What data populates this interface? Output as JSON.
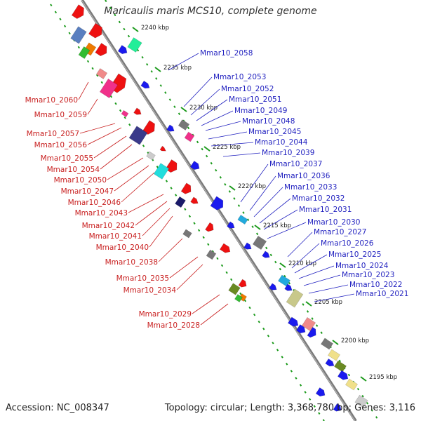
{
  "title": "Maricaulis maris MCS10, complete genome",
  "accession": "Accession: NC_008347",
  "summary": "Topology: circular; Length: 3,368,780 bp; Genes: 3,116",
  "ticks": [
    {
      "label": "2240 kbp",
      "pos": 2240
    },
    {
      "label": "2235 kbp",
      "pos": 2235
    },
    {
      "label": "2230 kbp",
      "pos": 2230
    },
    {
      "label": "2225 kbp",
      "pos": 2225
    },
    {
      "label": "2220 kbp",
      "pos": 2220
    },
    {
      "label": "2215 kbp",
      "pos": 2215
    },
    {
      "label": "2210 kbp",
      "pos": 2210
    },
    {
      "label": "2205 kbp",
      "pos": 2205
    },
    {
      "label": "2200 kbp",
      "pos": 2200
    },
    {
      "label": "2195 kbp",
      "pos": 2195
    }
  ],
  "blue_labels": [
    "Mmar10_2058",
    "Mmar10_2053",
    "Mmar10_2052",
    "Mmar10_2051",
    "Mmar10_2049",
    "Mmar10_2048",
    "Mmar10_2045",
    "Mmar10_2044",
    "Mmar10_2039",
    "Mmar10_2037",
    "Mmar10_2036",
    "Mmar10_2033",
    "Mmar10_2032",
    "Mmar10_2031",
    "Mmar10_2030",
    "Mmar10_2027",
    "Mmar10_2026",
    "Mmar10_2025",
    "Mmar10_2024",
    "Mmar10_2023",
    "Mmar10_2022",
    "Mmar10_2021"
  ],
  "red_labels": [
    "Mmar10_2060",
    "Mmar10_2059",
    "Mmar10_2057",
    "Mmar10_2056",
    "Mmar10_2055",
    "Mmar10_2054",
    "Mmar10_2050",
    "Mmar10_2047",
    "Mmar10_2046",
    "Mmar10_2043",
    "Mmar10_2042",
    "Mmar10_2041",
    "Mmar10_2040",
    "Mmar10_2038",
    "Mmar10_2035",
    "Mmar10_2034",
    "Mmar10_2029",
    "Mmar10_2028"
  ],
  "colors": {
    "forward_gene": "#ee1111",
    "reverse_gene": "#1a1aee",
    "backbone": "#888888",
    "tick": "#22aa22",
    "blue_text": "#1f1fbf",
    "red_text": "#c81e1e"
  }
}
